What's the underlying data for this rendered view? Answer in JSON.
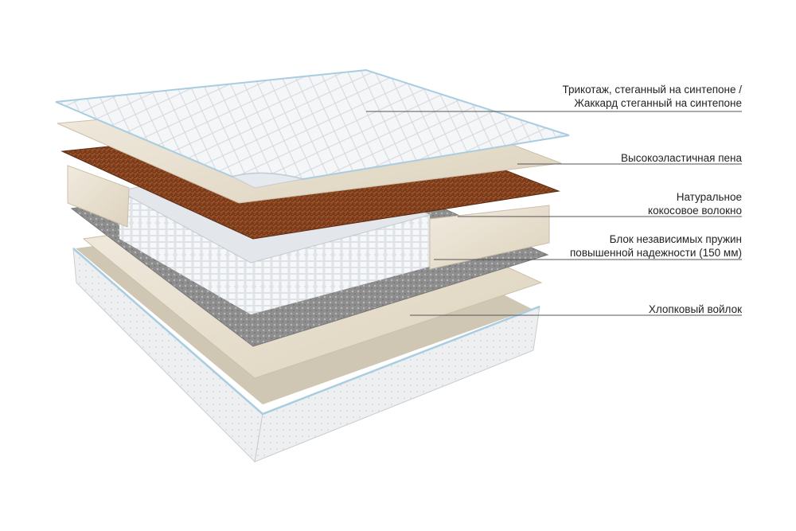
{
  "labels": [
    {
      "id": "top-cover",
      "lines": [
        "Трикотаж, стеганный на синтепоне /",
        "Жаккард стеганный на синтепоне"
      ]
    },
    {
      "id": "foam",
      "lines": [
        "Высокоэластичная пена"
      ]
    },
    {
      "id": "coconut",
      "lines": [
        "Натуральное",
        "кокосовое волокно"
      ]
    },
    {
      "id": "springs",
      "lines": [
        "Блок независимых пружин",
        "повышенной надежности (150 мм)"
      ]
    },
    {
      "id": "felt",
      "lines": [
        "Хлопковый войлок"
      ]
    }
  ],
  "colors": {
    "cover": "#f4f6f8",
    "cover_edge": "#a9cde0",
    "foam": "#e8e0d0",
    "coconut": "#7a3b1b",
    "felt": "#8d8d8d",
    "spring": "#e9ebee",
    "leader": "#555555"
  }
}
